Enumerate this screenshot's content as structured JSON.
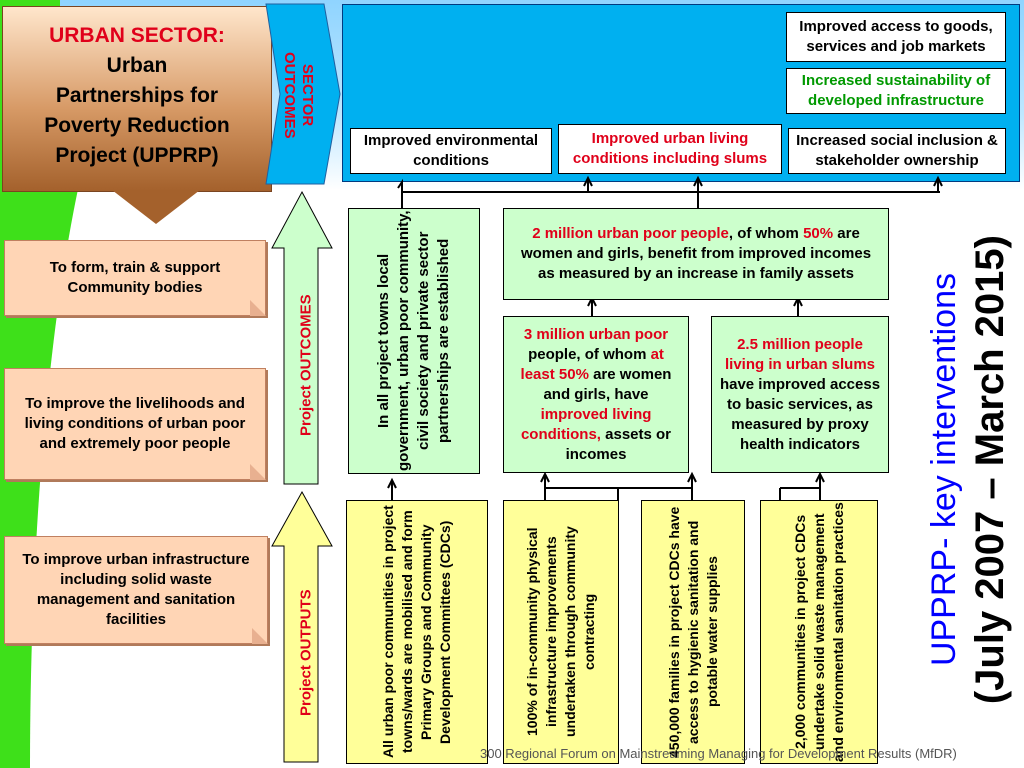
{
  "title": {
    "line1": "URBAN SECTOR:",
    "line2": "Urban",
    "line3": "Partnerships for",
    "line4": "Poverty Reduction",
    "line5": "Project (UPPRP)"
  },
  "left_objectives": [
    "To form, train & support Community bodies",
    "To improve the livelihoods and living conditions of urban poor and extremely poor people",
    "To  improve urban infrastructure including solid waste management and sanitation facilities"
  ],
  "arrows": {
    "sector_outcomes": "SECTOR OUTCOMES",
    "project_outcomes": "Project  OUTCOMES",
    "project_outputs": "Project  OUTPUTS"
  },
  "sector_outcomes": {
    "goods_access": "Improved access to goods, services and job markets",
    "sustainability": "Increased sustainability of developed infrastructure",
    "environment": "Improved environmental conditions",
    "living_conditions": "Improved urban living conditions including slums",
    "inclusion": "Increased social inclusion & stakeholder ownership"
  },
  "partnership_box": "In all project towns local government, urban poor community, civil society and private sector partnerships are established",
  "outcome_2m": {
    "red1": "2 million urban poor people",
    "mid": ", of whom ",
    "red2": "50%",
    "rest": " are women and girls, benefit from improved incomes as measured by an increase in family assets"
  },
  "outcome_3m": {
    "red1": "3 million urban poor",
    "mid1": " people, of whom ",
    "red2": "at least 50%",
    "mid2": " are women and girls, have ",
    "red3": "improved living conditions,",
    "rest": " assets or incomes"
  },
  "outcome_2_5m": {
    "red1": "2.5 million people living in urban slums",
    "rest": "  have improved access to basic services, as measured by proxy health indicators"
  },
  "outputs": [
    "All urban poor communities in project towns/wards are mobilised and form Primary Groups and Community Development Committees (CDCs)",
    "100% of in-community physical infrastructure improvements undertaken through community contracting",
    "450,000 families in project CDCs have access to hygienic sanitation and potable water supplies",
    "2,000 communities in project CDCs undertake solid waste management and environmental sanitation practices"
  ],
  "side_title": {
    "line1": "UPPRP- key interventions",
    "line2": "(July 2007 – March 2015)"
  },
  "footer": "300 Regional Forum on Mainstreaming Managing for Development Results (MfDR)",
  "colors": {
    "green_band": "#3ee01a",
    "sky": "#8fd4ff",
    "panel_blue": "#00b0f0",
    "red_text": "#e0001a",
    "blue_title": "#0000ff",
    "outcome_green": "#ccffcc",
    "output_yellow": "#ffff99",
    "objective_peach": "#ffd5b5"
  }
}
